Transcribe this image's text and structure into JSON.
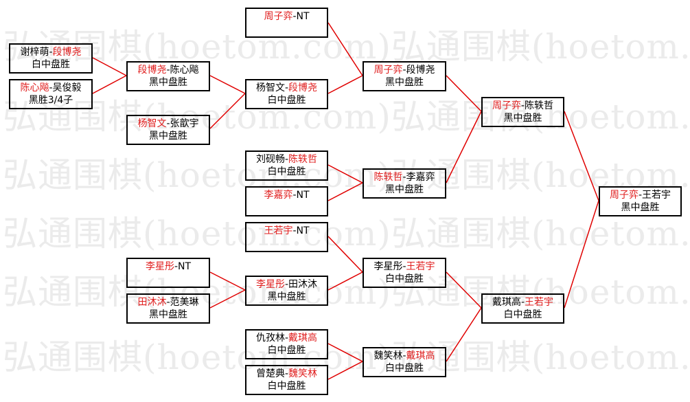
{
  "watermark": "弘通围棋(hoetom.com)弘通围棋(hoetom.com)",
  "colors": {
    "line": "#e00000",
    "winner_text": "#e01e1e",
    "border": "#000000"
  },
  "bracket": {
    "m1": {
      "p1": "谢梓萌",
      "sep": "-",
      "p2": "段博尧",
      "result": "白中盘胜"
    },
    "m2": {
      "p1": "陈心飚",
      "sep": "-",
      "p2": "吴俊毅",
      "result": "黑胜3/4子"
    },
    "m3": {
      "p1": "段博尧",
      "sep": "-",
      "p2": "陈心飚",
      "result": "黑中盘胜"
    },
    "m4": {
      "p1": "杨智文",
      "sep": "-",
      "p2": "张歆宇",
      "result": "黑中盘胜"
    },
    "m5": {
      "p1": "杨智文",
      "sep": "-",
      "p2": "段博尧",
      "result": "白中盘胜"
    },
    "m6": {
      "p1": "周子弈",
      "sep": "-",
      "p2": "NT",
      "result": ""
    },
    "m7": {
      "p1": "周子弈",
      "sep": "-",
      "p2": "段博尧",
      "result": "黑中盘胜"
    },
    "m8": {
      "p1": "刘砚畅",
      "sep": "-",
      "p2": "陈轶哲",
      "result": "白中盘胜"
    },
    "m9": {
      "p1": "李嘉弈",
      "sep": "-",
      "p2": "NT",
      "result": ""
    },
    "m10": {
      "p1": "陈轶哲",
      "sep": "-",
      "p2": "李嘉弈",
      "result": "黑中盘胜"
    },
    "m11": {
      "p1": "周子弈",
      "sep": "-",
      "p2": "陈轶哲",
      "result": "黑中盘胜"
    },
    "m12": {
      "p1": "李星彤",
      "sep": "-",
      "p2": "NT",
      "result": ""
    },
    "m13": {
      "p1": "田沐沐",
      "sep": "-",
      "p2": "范美琳",
      "result": "黑中盘胜"
    },
    "m14": {
      "p1": "李星彤",
      "sep": "-",
      "p2": "田沐沐",
      "result": "黑中盘胜"
    },
    "m15": {
      "p1": "王若宇",
      "sep": "-",
      "p2": "NT",
      "result": ""
    },
    "m16": {
      "p1": "李星彤",
      "sep": "-",
      "p2": "王若宇",
      "result": "白中盘胜"
    },
    "m17": {
      "p1": "仇孜林",
      "sep": "-",
      "p2": "戴琪高",
      "result": "白中盘胜"
    },
    "m18": {
      "p1": "曾楚典",
      "sep": "-",
      "p2": "魏笑林",
      "result": "白中盘胜"
    },
    "m19": {
      "p1": "魏笑林",
      "sep": "-",
      "p2": "戴琪高",
      "result": "白中盘胜"
    },
    "m20": {
      "p1": "戴琪高",
      "sep": "-",
      "p2": "王若宇",
      "result": "白中盘胜"
    },
    "m21": {
      "p1": "周子弈",
      "sep": "-",
      "p2": "王若宇",
      "result": "黑中盘胜"
    }
  }
}
